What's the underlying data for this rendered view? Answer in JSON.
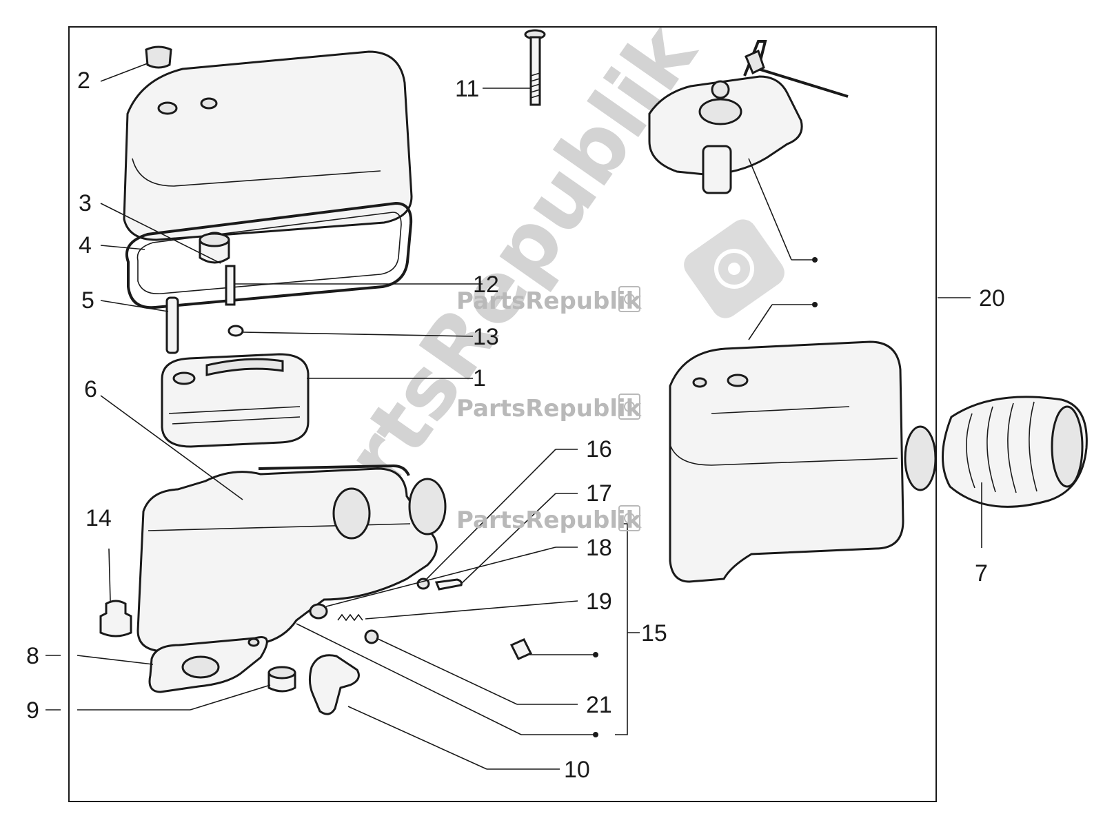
{
  "diagram": {
    "watermark": {
      "brand": "PartsRepublik",
      "logo_icon": "gear-icon"
    },
    "callouts": [
      {
        "id": "c1",
        "label": "1"
      },
      {
        "id": "c2",
        "label": "2"
      },
      {
        "id": "c3",
        "label": "3"
      },
      {
        "id": "c4",
        "label": "4"
      },
      {
        "id": "c5",
        "label": "5"
      },
      {
        "id": "c6",
        "label": "6"
      },
      {
        "id": "c7",
        "label": "7"
      },
      {
        "id": "c8",
        "label": "8"
      },
      {
        "id": "c9",
        "label": "9"
      },
      {
        "id": "c10",
        "label": "10"
      },
      {
        "id": "c11",
        "label": "11"
      },
      {
        "id": "c12",
        "label": "12"
      },
      {
        "id": "c13",
        "label": "13"
      },
      {
        "id": "c14",
        "label": "14"
      },
      {
        "id": "c15",
        "label": "15"
      },
      {
        "id": "c16",
        "label": "16"
      },
      {
        "id": "c17",
        "label": "17"
      },
      {
        "id": "c18",
        "label": "18"
      },
      {
        "id": "c19",
        "label": "19"
      },
      {
        "id": "c20",
        "label": "20"
      },
      {
        "id": "c21",
        "label": "21"
      }
    ],
    "colors": {
      "ink": "#1a1a1a",
      "watermark": "#b9b9b9",
      "background": "#ffffff"
    }
  }
}
